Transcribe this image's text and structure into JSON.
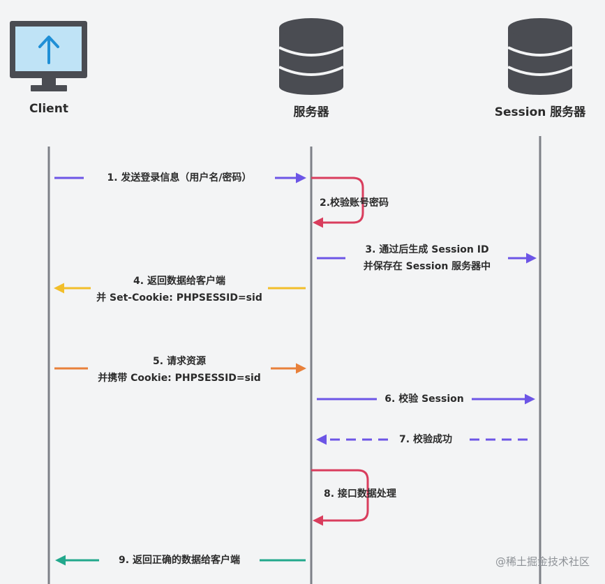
{
  "actors": {
    "client": "Client",
    "server": "服务器",
    "session_server": "Session 服务器"
  },
  "messages": {
    "m1": "1. 发送登录信息（用户名/密码）",
    "m2": "2.校验账号密码",
    "m3_line1": "3. 通过后生成 Session ID",
    "m3_line2": "并保存在 Session 服务器中",
    "m4_line1": "4. 返回数据给客户端",
    "m4_line2": "并 Set-Cookie: PHPSESSID=sid",
    "m5_line1": "5. 请求资源",
    "m5_line2": "并携带 Cookie: PHPSESSID=sid",
    "m6": "6. 校验 Session",
    "m7": "7. 校验成功",
    "m8": "8. 接口数据处理",
    "m9": "9. 返回正确的数据给客户端"
  },
  "icons": {
    "client": "monitor-upload-icon",
    "server": "database-icon",
    "session_server": "database-icon"
  },
  "colors": {
    "purple": "#6c55e6",
    "red": "#d93d5d",
    "yellow": "#f2be2a",
    "orange": "#e8803a",
    "teal": "#22a88c",
    "lifeline": "#7d8087",
    "monitor": "#4a4c52",
    "screen": "#bfe3f6",
    "upload_arrow": "#1f8fd6",
    "db": "#4a4c52"
  },
  "watermark": "@稀土掘金技术社区"
}
